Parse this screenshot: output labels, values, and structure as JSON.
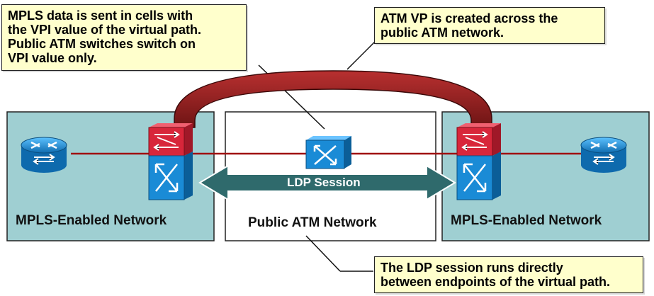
{
  "callouts": {
    "top_left": {
      "lines": [
        "MPLS data is sent in cells with",
        "the VPI value of the virtual path.",
        "Public ATM switches switch on",
        "VPI value only."
      ]
    },
    "top_right": {
      "lines": [
        "ATM VP is created across the",
        "public ATM network."
      ]
    },
    "bottom_right": {
      "lines": [
        "The LDP session runs directly",
        "between endpoints of the virtual path."
      ]
    }
  },
  "networks": {
    "left": "MPLS-Enabled Network",
    "middle": "Public ATM Network",
    "right": "MPLS-Enabled Network"
  },
  "ldp_label": "LDP Session",
  "colors": {
    "mpls_network": "#9fcfd2",
    "vp_tube": "#8b1e1e",
    "link_line": "#a01010",
    "ldp_arrow": "#2f6a6c",
    "device_blue": "#1a8bd6",
    "device_red": "#d8263a",
    "callout_bg": "#ffffcc"
  },
  "icons": [
    "router-icon",
    "atm-switch-icon",
    "mpls-switch-icon"
  ]
}
